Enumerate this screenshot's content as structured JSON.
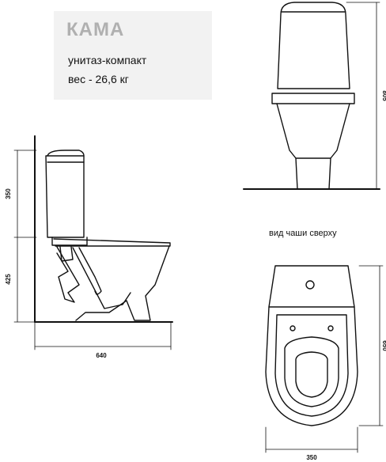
{
  "header": {
    "model_name": "КАМА",
    "description": "унитаз-компакт",
    "weight": "вес - 26,6 кг"
  },
  "views": {
    "top_view_label": "вид чаши сверху"
  },
  "dimensions": {
    "tank_height": "350",
    "bowl_height": "425",
    "side_depth": "640",
    "total_height": "805",
    "top_length": "650",
    "top_width": "350"
  },
  "colors": {
    "line": "#111111",
    "title_background": "#f2f2f2",
    "title_text": "#b0b0b0"
  }
}
